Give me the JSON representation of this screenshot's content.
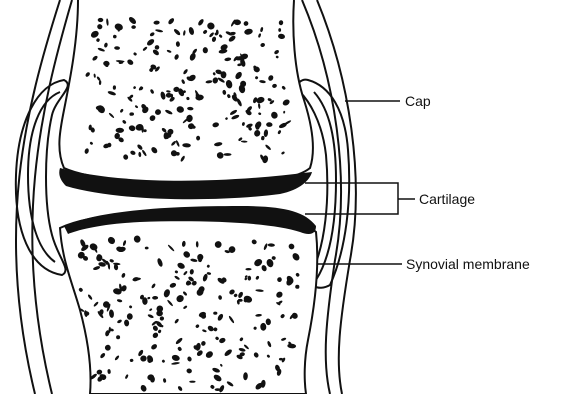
{
  "labels": {
    "cap": "Cap",
    "cartilage": "Cartilage",
    "synovial_membrane": "Synovial membrane"
  },
  "colors": {
    "ink": "#111111",
    "paper": "#ffffff"
  }
}
